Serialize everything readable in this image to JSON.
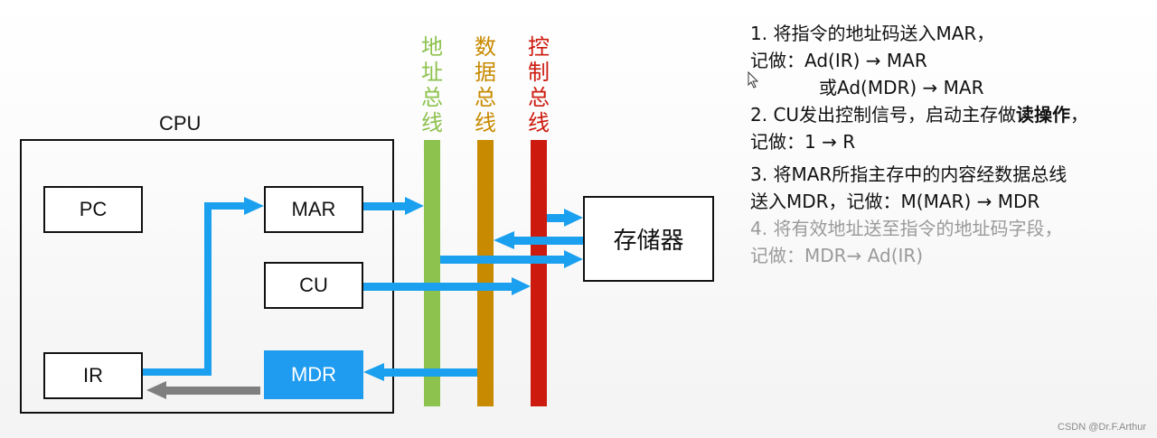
{
  "cpu": {
    "label": "CPU"
  },
  "registers": {
    "pc": "PC",
    "mar": "MAR",
    "cu": "CU",
    "ir": "IR",
    "mdr": "MDR"
  },
  "memory": {
    "label": "存储器"
  },
  "buses": {
    "address": {
      "label": "地址总线",
      "color": "#8dc24e"
    },
    "data": {
      "label": "数据总线",
      "color": "#c88a00"
    },
    "control": {
      "label": "控制总线",
      "color": "#cc1a0e"
    }
  },
  "colors": {
    "arrow": "#1aa0ee",
    "mdr_fill": "#1f9bf0",
    "grey_arrow": "#7f7f7f"
  },
  "notes": {
    "l1": "1. 将指令的地址码送入MAR，",
    "l2": "记做：Ad(IR) → MAR",
    "l3": "或Ad(MDR) → MAR",
    "l4a": "2. CU发出控制信号，启动主存做",
    "l4b": "读操作",
    "l4c": "，",
    "l5": "记做：1 → R",
    "l6": "3. 将MAR所指主存中的内容经数据总线",
    "l7": "送入MDR，记做：M(MAR) → MDR",
    "l8": "4. 将有效地址送至指令的地址码字段，",
    "l9": "记做：MDR→ Ad(IR)"
  },
  "watermark": "CSDN @Dr.F.Arthur"
}
